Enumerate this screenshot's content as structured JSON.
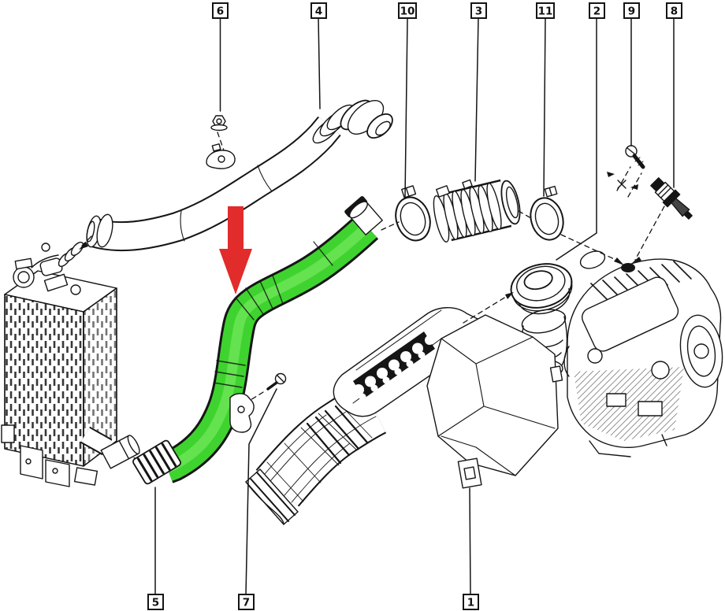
{
  "diagram": {
    "background_color": "#ffffff",
    "line_color": "#151515",
    "highlight_color": "#3fd32f",
    "highlight_light": "#84ef6a",
    "arrow_color": "#e22b2b"
  },
  "callouts": [
    {
      "label": "6"
    },
    {
      "label": "4"
    },
    {
      "label": "10"
    },
    {
      "label": "3"
    },
    {
      "label": "11"
    },
    {
      "label": "2"
    },
    {
      "label": "9"
    },
    {
      "label": "8"
    },
    {
      "label": "5"
    },
    {
      "label": "7"
    },
    {
      "label": "1"
    }
  ]
}
